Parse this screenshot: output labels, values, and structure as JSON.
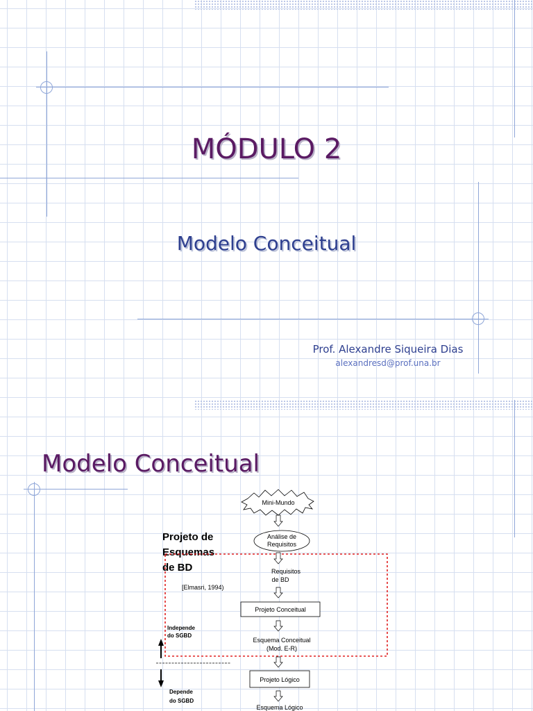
{
  "slide1": {
    "title": "MÓDULO 2",
    "subtitle": "Modelo Conceitual",
    "author": "Prof. Alexandre Siqueira Dias",
    "email": "alexandresd@prof.una.br"
  },
  "slide2": {
    "title": "Modelo Conceitual",
    "diagram": {
      "side_title_lines": [
        "Projeto de",
        "Esquemas",
        "de BD"
      ],
      "citation": "[Elmasri, 1994)",
      "mini_mundo": "Mini-Mundo",
      "analise_lines": [
        "Análise de",
        "Requisitos"
      ],
      "requisitos_lines": [
        "Requisitos",
        "de BD"
      ],
      "projeto_conceitual": "Projeto Conceitual",
      "esquema_conceitual_lines": [
        "Esquema Conceitual",
        "(Mod. E-R)"
      ],
      "projeto_logico": "Projeto Lógico",
      "esquema_logico": "Esquema Lógico",
      "independe_lines": [
        "Independe",
        "do SGBD"
      ],
      "depende_lines": [
        "Depende",
        "do SGBD"
      ]
    }
  }
}
